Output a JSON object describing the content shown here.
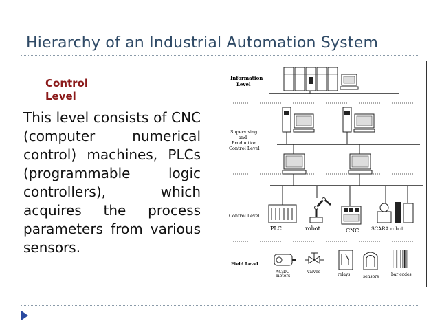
{
  "slide": {
    "title": "Hierarchy of an Industrial Automation System",
    "subheading": "Control Level",
    "body": "This level consists of CNC (computer numerical control) machines, PLCs (programmable logic controllers), which acquires the process parameters from various sensors."
  },
  "diagram": {
    "levels": {
      "information": [
        "Information",
        "Level"
      ],
      "supervising": [
        "Supervising",
        "and",
        "Production",
        "Control Level"
      ],
      "control": "Control Level",
      "field": "Field Level"
    },
    "devices": {
      "plc": "PLC",
      "robot": "robot",
      "cnc": "CNC",
      "scara": "SCARA robot",
      "motors": [
        "AC/DC",
        "motors"
      ],
      "valves": "valves",
      "relays": "relays",
      "sensors": "sensors",
      "barcodes": "bar codes"
    }
  },
  "colors": {
    "title": "#2f4a66",
    "subheading": "#8b1a1a",
    "bullet": "#2a4aa0"
  }
}
